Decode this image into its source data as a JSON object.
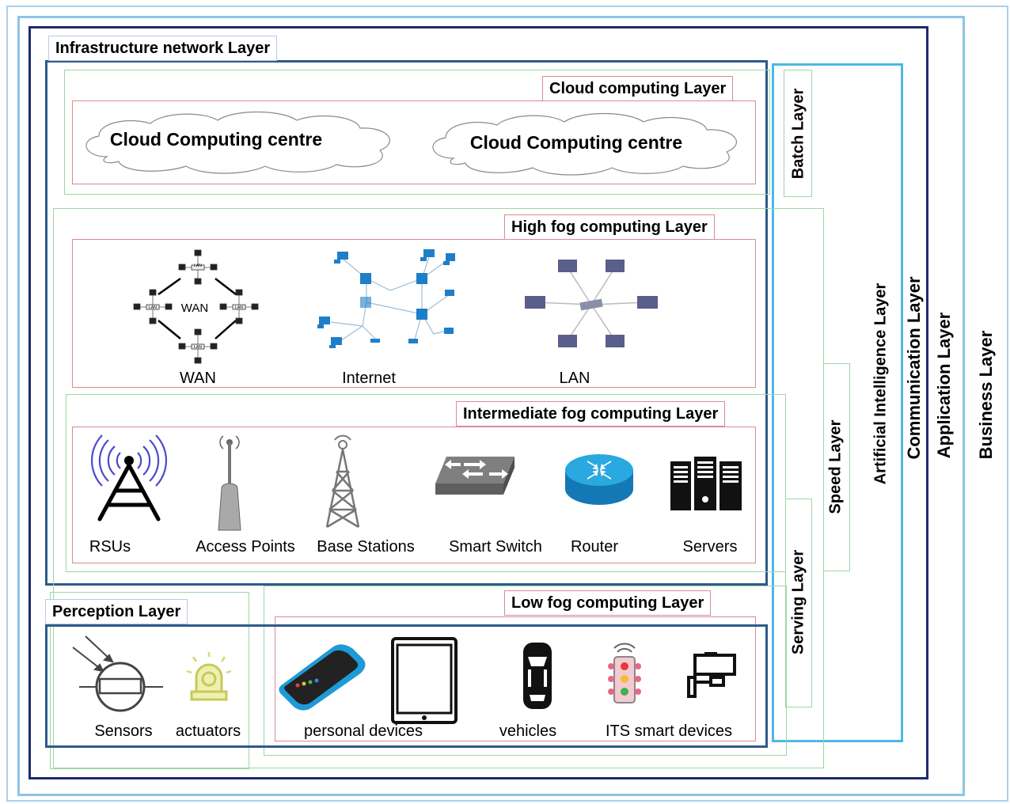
{
  "layers": {
    "infrastructure": "Infrastructure network Layer",
    "cloud_computing": "Cloud computing  Layer",
    "high_fog": "High  fog computing  Layer",
    "intermediate_fog": "Intermediate  fog computing  Layer",
    "low_fog": "Low fog computing  Layer",
    "perception": "Perception Layer"
  },
  "side_layers": {
    "batch": "Batch  Layer",
    "speed": "Speed  Layer",
    "serving": "Serving  Layer",
    "ai": "Artificial Intelligence Layer",
    "communication": "Communication Layer",
    "application": "Application Layer",
    "business": "Business Layer"
  },
  "cloud_centres": [
    "Cloud Computing centre",
    "Cloud Computing centre"
  ],
  "wan_center": "WAN",
  "wan_node_label": "LAN",
  "networks": [
    "WAN",
    "Internet",
    "LAN"
  ],
  "intermediate_devices": [
    "RSUs",
    "Access Points",
    "Base Stations",
    "Smart Switch",
    "Router",
    "Servers"
  ],
  "perception_devices": [
    "Sensors",
    "actuators"
  ],
  "low_fog_devices": [
    "personal devices",
    "vehicles",
    "ITS smart devices"
  ],
  "colors": {
    "dark_navy": "#1f2a6e",
    "steel_blue": "#2e5a8a",
    "light_blue": "#8cc4e6",
    "cyan": "#4cb8e4",
    "green": "#9ad8a6",
    "pink": "#d98a9a",
    "router_blue": "#1c9ad6",
    "rsu_purple": "#4a4ad0"
  }
}
